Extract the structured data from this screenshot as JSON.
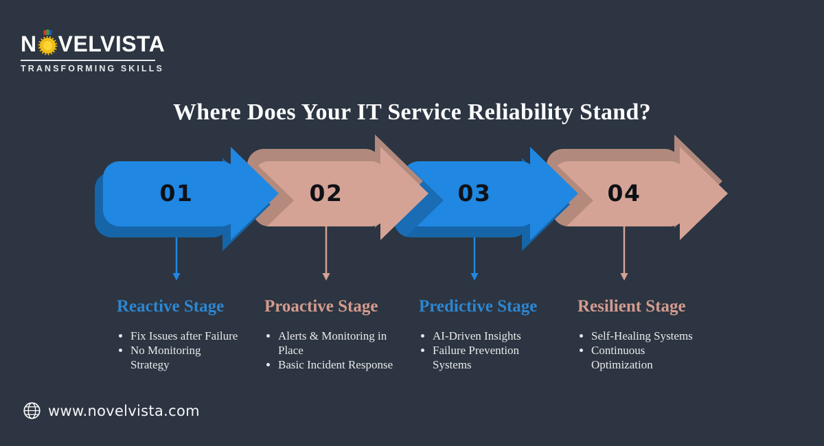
{
  "title": "Where Does Your IT Service Reliability Stand?",
  "logo": {
    "brand_prefix": "N",
    "brand_suffix": "VELVISTA",
    "tagline": "TRANSFORMING SKILLS",
    "medal_icon": "medal-icon"
  },
  "colors": {
    "background": "#2C3541",
    "arrow_blue": "#2087E2",
    "arrow_blue_shade": "#1565A8",
    "arrow_blue_tip_shadow": "#1A6CB4",
    "arrow_pink": "#D5A396",
    "arrow_pink_shade": "#B18A7D",
    "heading_blue": "#2E86D1",
    "heading_pink": "#D49B8F",
    "body_text": "#E9EAEC",
    "number_text": "#0E1116",
    "title_text": "#FAFBFC"
  },
  "stages": [
    {
      "number": "01",
      "name": "Reactive Stage",
      "color_role": "blue",
      "bullets": [
        "Fix Issues after Failure",
        "No Monitoring Strategy"
      ]
    },
    {
      "number": "02",
      "name": "Proactive Stage",
      "color_role": "pink",
      "bullets": [
        "Alerts & Monitoring in Place",
        "Basic Incident Response"
      ]
    },
    {
      "number": "03",
      "name": "Predictive Stage",
      "color_role": "blue",
      "bullets": [
        "AI-Driven Insights",
        "Failure Prevention Systems"
      ]
    },
    {
      "number": "04",
      "name": "Resilient Stage",
      "color_role": "pink",
      "bullets": [
        "Self-Healing Systems",
        "Continuous Optimization"
      ]
    }
  ],
  "footer": {
    "website": "www.novelvista.com",
    "icon": "globe-icon"
  }
}
